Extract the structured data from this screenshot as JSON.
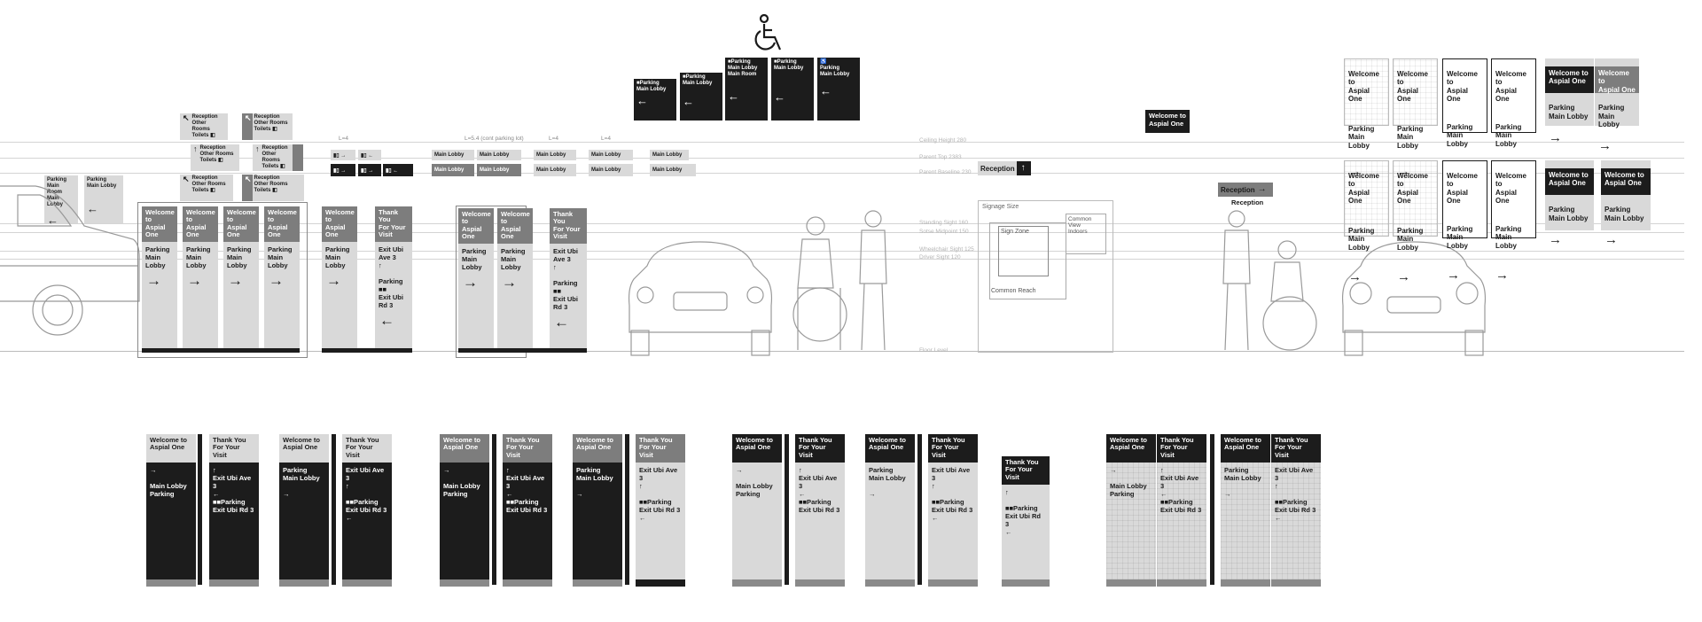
{
  "reference_lines": [
    {
      "label": "Ceiling Height 280"
    },
    {
      "label": "Parent Top 2383"
    },
    {
      "label": "Parent Baseline 230"
    },
    {
      "label": "Standing Sight 160"
    },
    {
      "label": "Sotse Midpoint 150"
    },
    {
      "label": "Wheelchair Sight 125"
    },
    {
      "label": "Driver Sight 120"
    },
    {
      "label": "Floor Level"
    }
  ],
  "signage_zone": {
    "title": "Signage Size",
    "sign_zone": "Sign Zone",
    "common_view": "Common\nView\nIndoors",
    "common_reach": "Common Reach"
  },
  "wheelchair_symbol": "accessible-icon",
  "ceiling_signs": [
    {
      "text": "■Parking\nMain Lobby",
      "arrow": "←"
    },
    {
      "text": "■Parking\nMain Lobby",
      "arrow": "←"
    },
    {
      "text": "■Parking\nMain Lobby\nMain Room",
      "arrow": "←"
    },
    {
      "text": "■Parking\nMain Lobby",
      "arrow": "←"
    },
    {
      "text": "♿\nParking\nMain Lobby",
      "arrow": "←"
    }
  ],
  "welcome_badge": "Welcome to\nAspial One",
  "reception_sign": {
    "label": "Reception",
    "arrow": "↑"
  },
  "reception_sign2": {
    "label": "Reception",
    "arrow": "→",
    "caption": "Reception"
  },
  "left_small_signs": [
    {
      "text": "Parking\nMain Room\nMain Lobby",
      "arrow": "←"
    },
    {
      "text": "Parking\nMain Lobby",
      "arrow": "←"
    }
  ],
  "directory_signs": [
    {
      "text": "Reception\nOther Rooms\nToilets ◧",
      "arrow": "↖"
    },
    {
      "text": "Reception\nOther Rooms\nToilets ◧",
      "arrow": "↖"
    },
    {
      "text": "Reception\nOther Rooms\nToilets ◧",
      "arrow": "↑"
    },
    {
      "text": "Reception\nOther Rooms\nToilets ◧",
      "arrow": "↑"
    },
    {
      "text": "Reception\nOther Rooms\nToilets ◧",
      "arrow": "↖"
    },
    {
      "text": "Reception\nOther Rooms\nToilets ◧",
      "arrow": "↖"
    }
  ],
  "overhead_small": [
    {
      "caption": "L=4",
      "text": "Main Lobby"
    },
    {
      "caption": "L=5.4 (cont parking lot)",
      "text": "Main Lobby"
    },
    {
      "caption": "L=4",
      "text": "Main Lobby"
    },
    {
      "caption": "L=4",
      "text": "Main Lobby"
    }
  ],
  "elevation_pylons": [
    {
      "top": "Welcome to\nAspial One",
      "body": "Parking\nMain Lobby",
      "arrow": "→"
    },
    {
      "top": "Welcome to\nAspial One",
      "body": "Parking\nMain Lobby",
      "arrow": "→"
    },
    {
      "top": "Welcome to\nAspial One",
      "body": "Parking\nMain Lobby",
      "arrow": "→"
    },
    {
      "top": "Welcome to\nAspial One",
      "body": "Parking\nMain Lobby",
      "arrow": "→"
    },
    {
      "top": "Welcome to\nAspial One",
      "body": "Parking\nMain Lobby",
      "arrow": "→"
    },
    {
      "top": "Thank You\nFor Your Visit",
      "body": "Exit Ubi Ave 3\n↑\n\nParking ■■\nExit Ubi Rd 3",
      "arrow": "←"
    },
    {
      "top": "Welcome to\nAspial One",
      "body": "Parking\nMain Lobby",
      "arrow": "→"
    },
    {
      "top": "Welcome to\nAspial One",
      "body": "Parking\nMain Lobby",
      "arrow": "→"
    },
    {
      "top": "Thank You\nFor Your Visit",
      "body": "Exit Ubi Ave 3\n↑\n\nParking ■■\nExit Ubi Rd 3",
      "arrow": "←"
    }
  ],
  "wall_signs": [
    {
      "top": "Welcome to\nAspial One",
      "body": "Parking\nMain Lobby",
      "arrow": "→",
      "style": "wh"
    },
    {
      "top": "Welcome to\nAspial One",
      "body": "Parking\nMain Lobby",
      "arrow": "→",
      "style": "wh"
    },
    {
      "top": "Welcome to\nAspial One",
      "body": "Parking\nMain Lobby",
      "arrow": "→",
      "style": "wh"
    },
    {
      "top": "Welcome to\nAspial One",
      "body": "Parking\nMain Lobby",
      "arrow": "→",
      "style": "wh"
    },
    {
      "top": "Welcome to\nAspial One",
      "body": "Parking\nMain Lobby",
      "arrow": "→",
      "style": "dk"
    },
    {
      "top": "Welcome to\nAspial One",
      "body": "Parking\nMain Lobby",
      "arrow": "→",
      "style": "dk"
    }
  ],
  "bottom_pylons": [
    {
      "top": "Welcome to\nAspial One",
      "body": "→\n\nMain Lobby\nParking",
      "scheme": "lt-dk"
    },
    {
      "top": "Thank You\nFor Your Visit",
      "body": "↑\nExit Ubi Ave 3\n←\n■■Parking\nExit Ubi Rd 3",
      "scheme": "lt-dk"
    },
    {
      "top": "Welcome to\nAspial One",
      "body": "Parking\nMain Lobby\n\n→",
      "scheme": "lt-dk"
    },
    {
      "top": "Thank You\nFor Your Visit",
      "body": "Exit Ubi Ave 3\n↑\n\n■■Parking\nExit Ubi Rd 3\n←",
      "scheme": "lt-dk"
    },
    {
      "top": "Welcome to\nAspial One",
      "body": "→\n\nMain Lobby\nParking",
      "scheme": "md-dk"
    },
    {
      "top": "Thank You\nFor Your Visit",
      "body": "↑\nExit Ubi Ave 3\n←\n■■Parking\nExit Ubi Rd 3",
      "scheme": "md-dk"
    },
    {
      "top": "Welcome to\nAspial One",
      "body": "Parking\nMain Lobby\n\n→",
      "scheme": "md-dk"
    },
    {
      "top": "Thank You\nFor Your Visit",
      "body": "Exit Ubi Ave 3\n↑\n\n■■Parking\nExit Ubi Rd 3\n←",
      "scheme": "md-lt"
    },
    {
      "top": "Welcome to\nAspial One",
      "body": "→\n\nMain Lobby\nParking",
      "scheme": "dk-lt"
    },
    {
      "top": "Thank You\nFor Your Visit",
      "body": "↑\nExit Ubi Ave 3\n←\n■■Parking\nExit Ubi Rd 3",
      "scheme": "dk-lt"
    },
    {
      "top": "Welcome to\nAspial One",
      "body": "Parking\nMain Lobby\n\n→",
      "scheme": "dk-lt"
    },
    {
      "top": "Thank You\nFor Your Visit",
      "body": "Exit Ubi Ave 3\n↑\n\n■■Parking\nExit Ubi Rd 3\n←",
      "scheme": "dk-lt"
    },
    {
      "top": "Thank You\nFor Your Visit",
      "body": "↑\n\n■■Parking\nExit Ubi Rd 3\n←",
      "scheme": "dk-lt"
    },
    {
      "top": "Welcome to\nAspial One",
      "body": "→\n\nMain Lobby\nParking",
      "scheme": "dk-hatch"
    },
    {
      "top": "Thank You\nFor Your Visit",
      "body": "↑\nExit Ubi Ave 3\n←\n■■Parking\nExit Ubi Rd 3",
      "scheme": "dk-hatch"
    },
    {
      "top": "Welcome to\nAspial One",
      "body": "Parking\nMain Lobby\n\n→",
      "scheme": "dk-hatch"
    },
    {
      "top": "Thank You\nFor Your Visit",
      "body": "Exit Ubi Ave 3\n↑\n\n■■Parking\nExit Ubi Rd 3\n←",
      "scheme": "dk-hatch"
    }
  ]
}
